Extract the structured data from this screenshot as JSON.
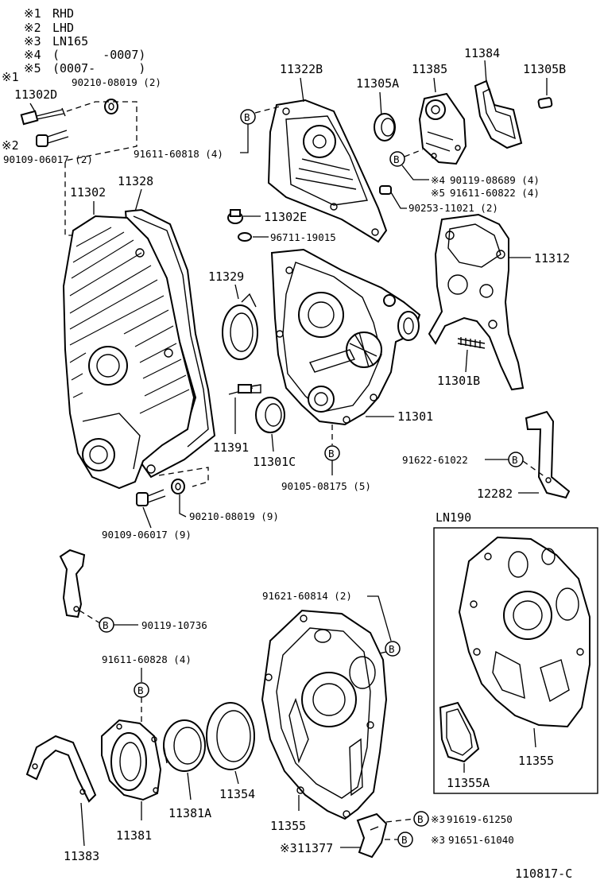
{
  "legend": [
    {
      "mark": "※1",
      "text": "RHD"
    },
    {
      "mark": "※2",
      "text": "LHD"
    },
    {
      "mark": "※3",
      "text": "LN165"
    },
    {
      "mark": "※4",
      "text": "(      -0007)"
    },
    {
      "mark": "※5",
      "text": "(0007-      )"
    }
  ],
  "inset_title": "LN190",
  "b_marker": "B",
  "diagram_id": "110817-C",
  "labels": {
    "m1": "※1",
    "m2": "※2",
    "p11302D": "11302D",
    "p90210a": "90210-08019 (2)",
    "p90109a": "90109-06017 (2)",
    "p11322B": "11322B",
    "p91611_60818": "91611-60818 (4)",
    "p11305A": "11305A",
    "p11385": "11385",
    "p11384": "11384",
    "p11305B": "11305B",
    "p90119_08689": "90119-08689 (4)",
    "p91611_60822": "91611-60822 (4)",
    "p90253": "90253-11021 (2)",
    "m4": "※4",
    "m5": "※5",
    "p11302": "11302",
    "p11328": "11328",
    "p11302E": "11302E",
    "p96711": "96711-19015",
    "p11312": "11312",
    "p11329": "11329",
    "p11301B": "11301B",
    "p11301": "11301",
    "p11391": "11391",
    "p11301C": "11301C",
    "p91622": "91622-61022",
    "p90105": "90105-08175 (5)",
    "p12282": "12282",
    "p90210b": "90210-08019 (9)",
    "p90109b": "90109-06017 (9)",
    "p90119_10736": "90119-10736",
    "p91621": "91621-60814 (2)",
    "p91611_60828": "91611-60828 (4)",
    "p11355_inset": "11355",
    "p11355A": "11355A",
    "p11354": "11354",
    "p11381A": "11381A",
    "p11381": "11381",
    "p11355": "11355",
    "p11383": "11383",
    "p91619": "91619-61250",
    "p91651": "91651-61040",
    "p11377": "11377",
    "m3a": "※3",
    "m3b": "※3",
    "m3c": "※3"
  }
}
